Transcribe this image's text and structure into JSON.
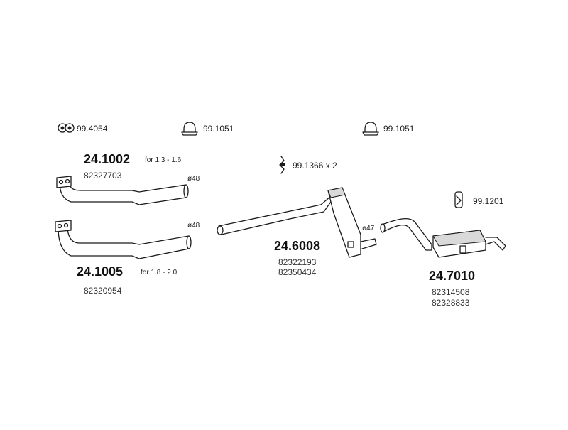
{
  "hardware": [
    {
      "code": "99.4054",
      "icon": "clamp-ring-icon"
    },
    {
      "code": "99.1051",
      "icon": "u-bolt-clamp-icon"
    },
    {
      "code": "99.1051",
      "icon": "u-bolt-clamp-icon"
    },
    {
      "code": "99.1366 x 2",
      "icon": "hanger-bracket-icon"
    },
    {
      "code": "99.1201",
      "icon": "rubber-mount-icon"
    }
  ],
  "parts": [
    {
      "number": "24.1002",
      "note": "for 1.3 - 1.6",
      "diameter": "ø48",
      "refs": [
        "82327703"
      ]
    },
    {
      "number": "24.1005",
      "note": "for 1.8 - 2.0",
      "diameter": "ø48",
      "refs": [
        "82320954"
      ]
    },
    {
      "number": "24.6008",
      "diameter": "ø47",
      "refs": [
        "82322193",
        "82350434"
      ]
    },
    {
      "number": "24.7010",
      "refs": [
        "82314508",
        "82328833"
      ]
    }
  ]
}
